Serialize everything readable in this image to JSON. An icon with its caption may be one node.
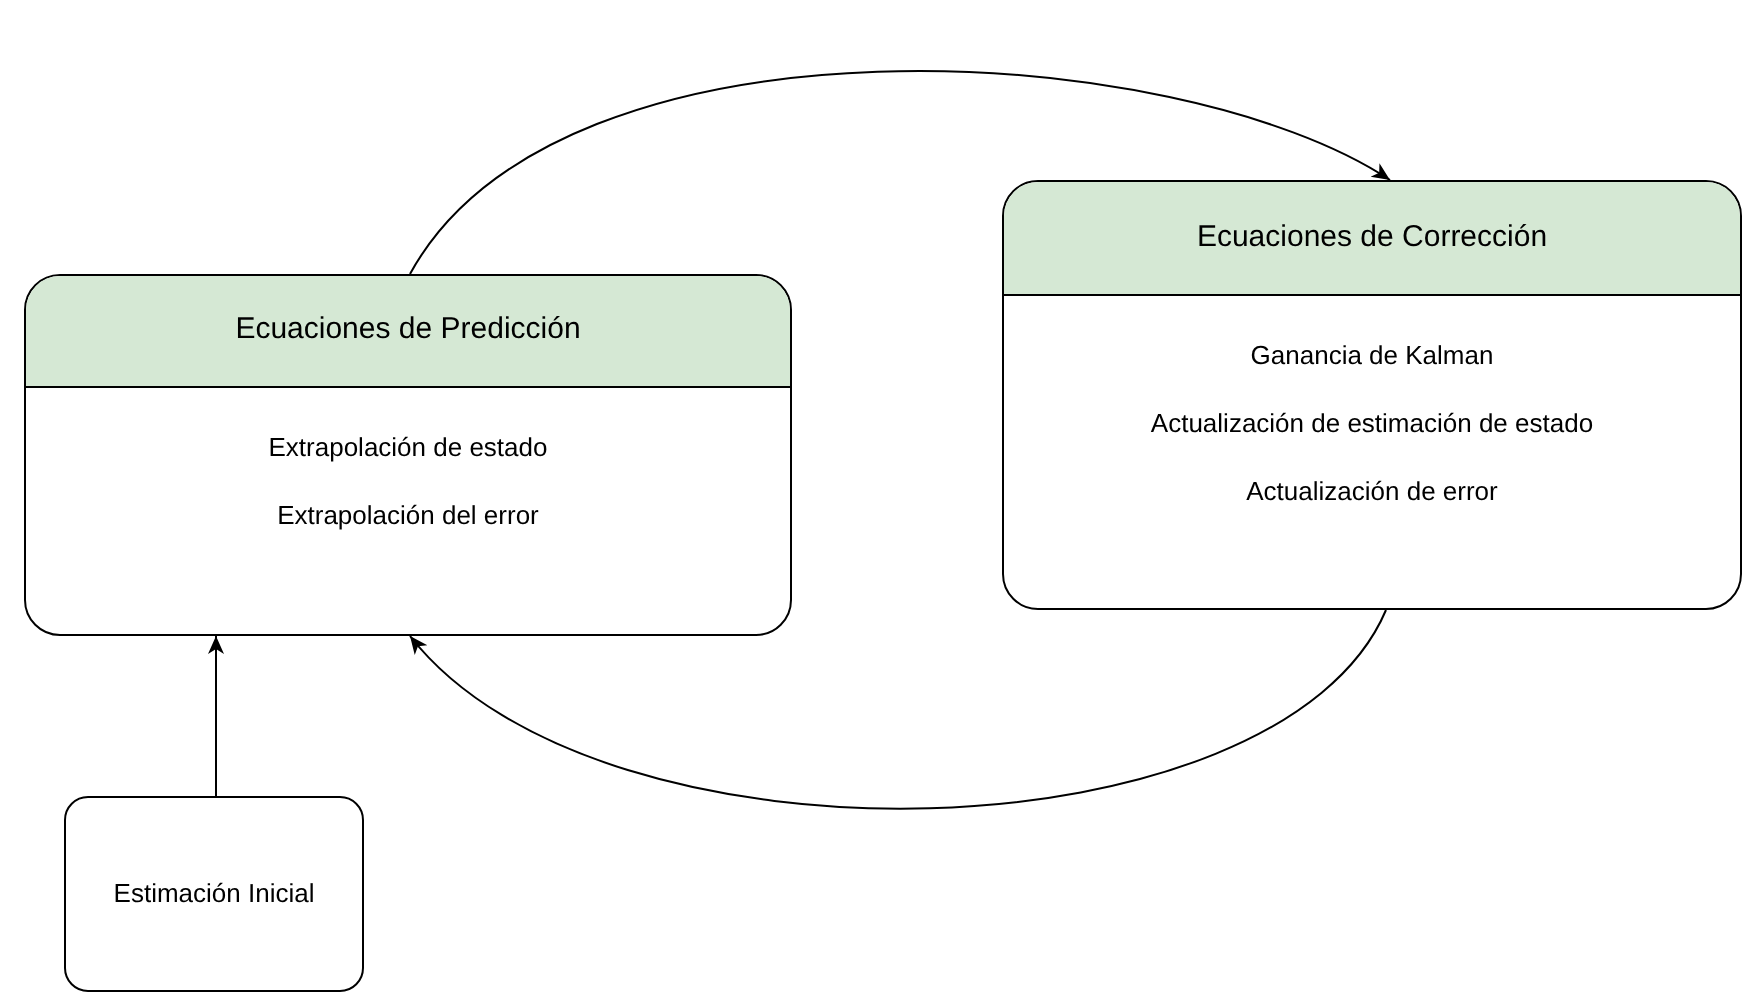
{
  "diagram": {
    "nodes": [
      {
        "text": [
          "Ecuaciones de Predicción",
          "Extrapolación de estado",
          "Extrapolación del error"
        ]
      },
      {
        "text": [
          "Ecuaciones de Corrección",
          "Ganancia de Kalman",
          "Actualización de estimación de estado",
          "Actualización de error"
        ]
      },
      {
        "text": [
          "Estimación Inicial"
        ]
      }
    ],
    "edges": [
      {
        "from": 0,
        "to": 1,
        "arrow": "to"
      },
      {
        "from": 1,
        "to": 0,
        "arrow": "to"
      },
      {
        "from": 2,
        "to": 0,
        "arrow": "to"
      }
    ]
  }
}
